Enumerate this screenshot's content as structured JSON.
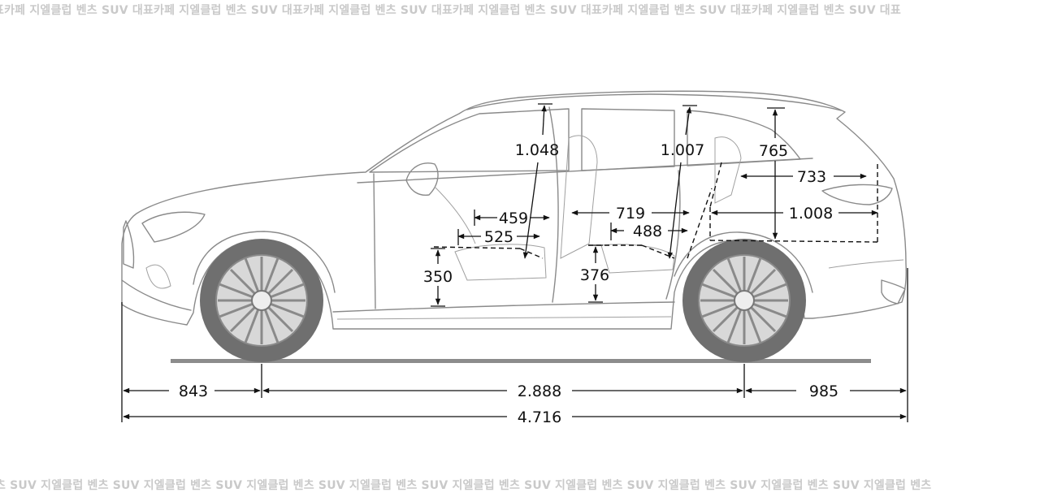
{
  "watermark": {
    "top": "표카페 지엘클럽 벤츠 SUV 대표카페 지엘클럽 벤츠 SUV 대표카페 지엘클럽 벤츠 SUV 대표카페 지엘클럽 벤츠 SUV 대표카페 지엘클럽 벤츠 SUV 대표카페 지엘클럽 벤츠 SUV 대표",
    "bottom": "츠 SUV 지엘클럽 벤츠 SUV 지엘클럽 벤츠 SUV 지엘클럽 벤츠 SUV 지엘클럽 벤츠 SUV 지엘클럽 벤츠 SUV 지엘클럽 벤츠 SUV 지엘클럽 벤츠 SUV 지엘클럽 벤츠 SUV 지엘클럽 벤츠"
  },
  "dimensions": {
    "front_overhang": "843",
    "wheelbase": "2.888",
    "rear_overhang": "985",
    "overall_length": "4.716",
    "front_headroom": "1.048",
    "rear_headroom": "1.007",
    "cargo_height": "765",
    "cargo_length_top": "733",
    "cargo_length_floor": "1.008",
    "front_legroom_a": "459",
    "front_legroom_b": "525",
    "rear_legroom_a": "719",
    "rear_legroom_b": "488",
    "front_seat_height": "350",
    "rear_seat_height": "376"
  },
  "colors": {
    "car_line": "#8a8a8a",
    "dimension_line": "#111111",
    "wheel_fill": "#6f6f6f",
    "ground": "#8c8c8c",
    "watermark": "#c9c9c9"
  }
}
